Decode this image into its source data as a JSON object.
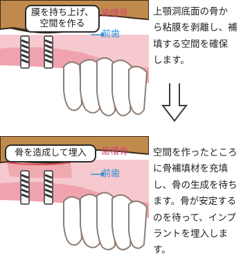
{
  "step1": {
    "callout_lines": [
      "膜を持ち上げ、",
      "空間を作る"
    ],
    "bone_label": "歯槽骨",
    "front_label": "前歯",
    "description_lines": [
      "上顎洞底面の骨か",
      "ら粘膜を剥離し、補",
      "填する空間を確保",
      "します。"
    ]
  },
  "step2": {
    "callout_lines": [
      "骨を造成して埋入"
    ],
    "bone_label": "歯槽骨",
    "front_label": "前歯",
    "description_lines": [
      "空間を作ったところ",
      "に骨補填材を充填",
      "し、骨の生成を待ち",
      "ます。骨が安定する",
      "のを待って、インプ",
      "ラントを埋入しま",
      "す。"
    ]
  },
  "arrow_icon": "double-line-down-arrow",
  "colors": {
    "sinus": "#c08a4c",
    "gum": "#f0a3ae",
    "bone": "#f6c9cf",
    "bone_label": "#d24a6b",
    "front_label": "#2a8fd4",
    "graft": "#dd4e55"
  }
}
